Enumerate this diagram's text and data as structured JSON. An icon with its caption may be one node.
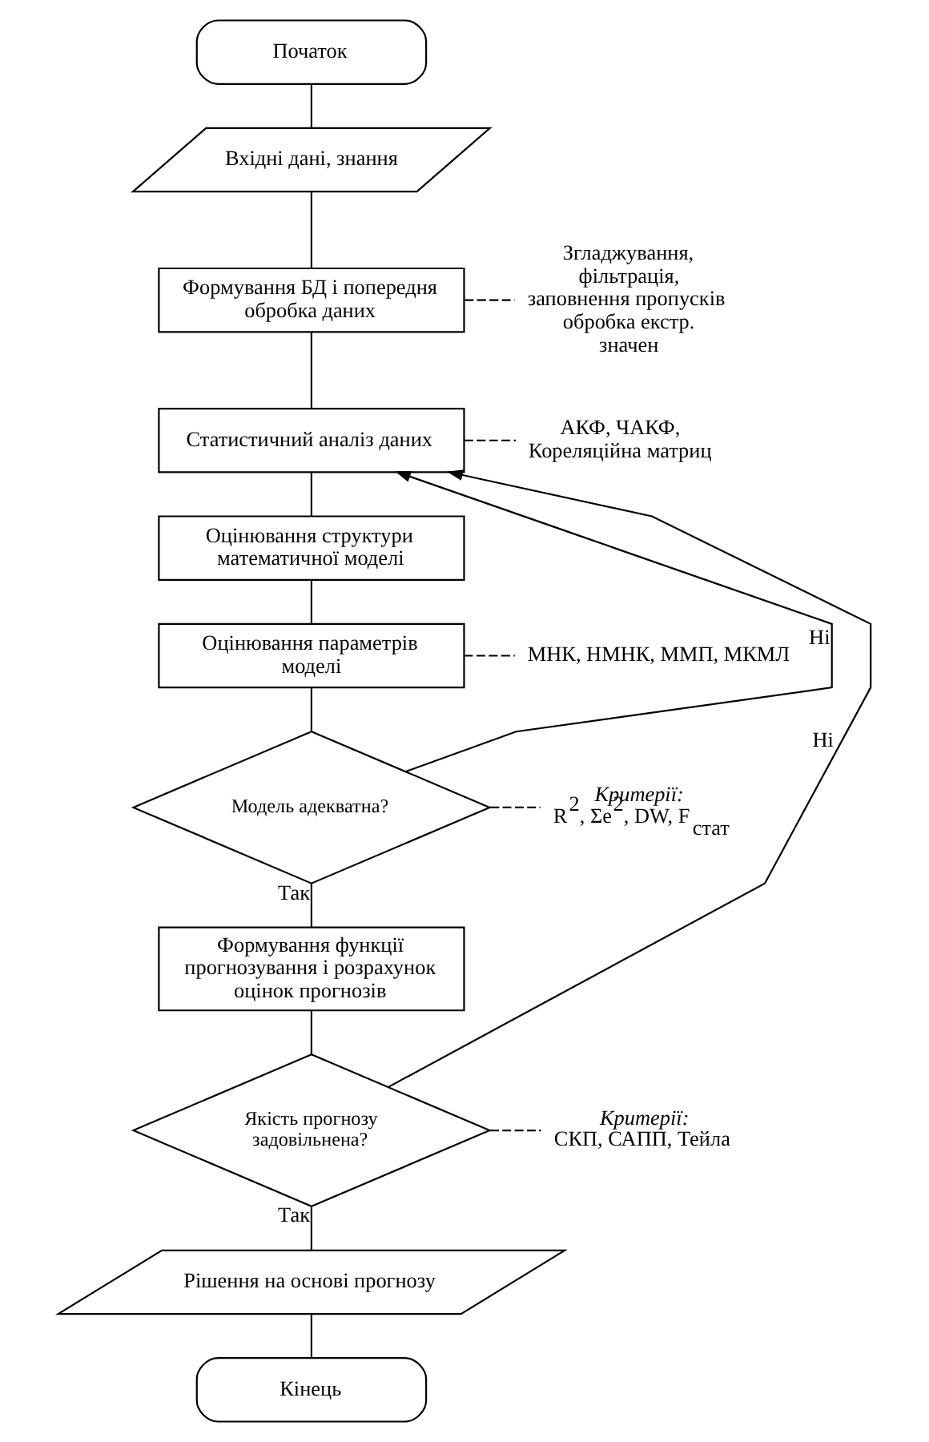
{
  "diagram": {
    "nodes": [
      {
        "text": [
          "Початок"
        ]
      },
      {
        "text": [
          "Вхідні дані, знання"
        ]
      },
      {
        "text": [
          "Формування БД і попередня обробка даних"
        ]
      },
      {
        "text": [
          "Статистичний аналіз даних"
        ]
      },
      {
        "text": [
          "Оцінювання структури математичної моделі"
        ]
      },
      {
        "text": [
          "Оцінювання параметрів моделі"
        ]
      },
      {
        "text": [
          "Модель адекватна?"
        ]
      },
      {
        "text": [
          "Формування функції прогнозування і розрахунок оцінок прогнозів"
        ]
      },
      {
        "text": [
          "Якість прогнозу задовільнена?"
        ]
      },
      {
        "text": [
          "Рішення на основі прогнозу"
        ]
      },
      {
        "text": [
          "Кінець"
        ]
      },
      {
        "text": [
          "Згладжування, фільтрація, заповнення пропусків обробка екстр. значен"
        ]
      },
      {
        "text": [
          "АКФ, ЧАКФ, Кореляційна матриц"
        ]
      },
      {
        "text": [
          "МНК, НМНК, ММП, МКМЛ"
        ]
      },
      {
        "text": [
          "Критерії:",
          "R$^{2}$, Σe$^{2}$, DW, F$_{стат}$"
        ]
      },
      {
        "text": [
          "Критерії:",
          "СКП, САПП, Тейла"
        ]
      }
    ],
    "edges": [
      {
        "from": 0,
        "to": 1,
        "arrow": "none"
      },
      {
        "from": 1,
        "to": 2,
        "arrow": "none"
      },
      {
        "from": 2,
        "to": 3,
        "arrow": "none"
      },
      {
        "from": 3,
        "to": 4,
        "arrow": "none"
      },
      {
        "from": 4,
        "to": 5,
        "arrow": "none"
      },
      {
        "from": 5,
        "to": 6,
        "arrow": "none"
      },
      {
        "from": 6,
        "to": 7,
        "label": "Так",
        "arrow": "none"
      },
      {
        "from": 6,
        "to": 3,
        "label": "Ні",
        "arrow": "to"
      },
      {
        "from": 7,
        "to": 8,
        "arrow": "none"
      },
      {
        "from": 8,
        "to": 9,
        "label": "Так",
        "arrow": "none"
      },
      {
        "from": 8,
        "to": 3,
        "label": "Ні",
        "arrow": "to"
      },
      {
        "from": 9,
        "to": 10,
        "arrow": "none"
      },
      {
        "from": 2,
        "to": 11,
        "arrow": "none",
        "style": "dashed"
      },
      {
        "from": 3,
        "to": 12,
        "arrow": "none",
        "style": "dashed"
      },
      {
        "from": 5,
        "to": 13,
        "arrow": "none",
        "style": "dashed"
      },
      {
        "from": 6,
        "to": 14,
        "arrow": "none",
        "style": "dashed"
      },
      {
        "from": 8,
        "to": 15,
        "arrow": "none",
        "style": "dashed"
      }
    ]
  }
}
